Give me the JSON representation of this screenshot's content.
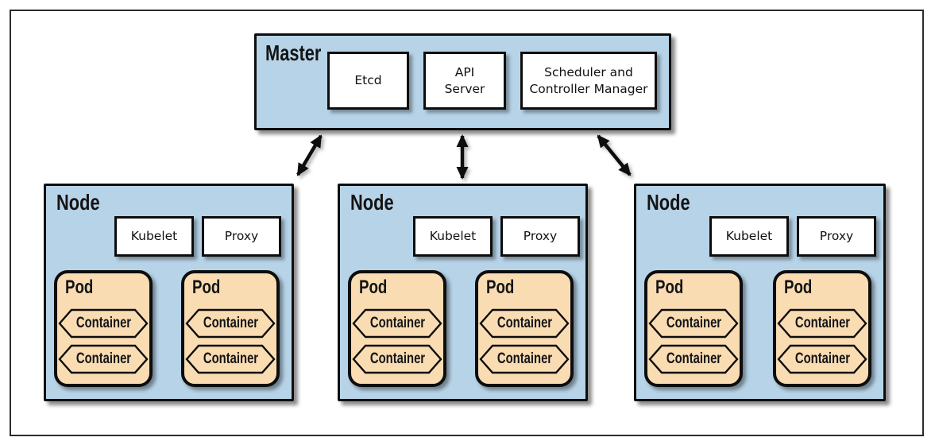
{
  "master": {
    "label": "Master",
    "components": [
      "Etcd",
      "API Server",
      "Scheduler and Controller Manager"
    ]
  },
  "nodes": [
    {
      "label": "Node",
      "agents": [
        "Kubelet",
        "Proxy"
      ],
      "pods": [
        {
          "label": "Pod",
          "containers": [
            "Container",
            "Container"
          ]
        },
        {
          "label": "Pod",
          "containers": [
            "Container",
            "Container"
          ]
        }
      ]
    },
    {
      "label": "Node",
      "agents": [
        "Kubelet",
        "Proxy"
      ],
      "pods": [
        {
          "label": "Pod",
          "containers": [
            "Container",
            "Container"
          ]
        },
        {
          "label": "Pod",
          "containers": [
            "Container",
            "Container"
          ]
        }
      ]
    },
    {
      "label": "Node",
      "agents": [
        "Kubelet",
        "Proxy"
      ],
      "pods": [
        {
          "label": "Pod",
          "containers": [
            "Container",
            "Container"
          ]
        },
        {
          "label": "Pod",
          "containers": [
            "Container",
            "Container"
          ]
        }
      ]
    }
  ],
  "colors": {
    "node_fill": "#b7d3e8",
    "pod_fill": "#fadcb3",
    "line": "#0d0d0d"
  }
}
